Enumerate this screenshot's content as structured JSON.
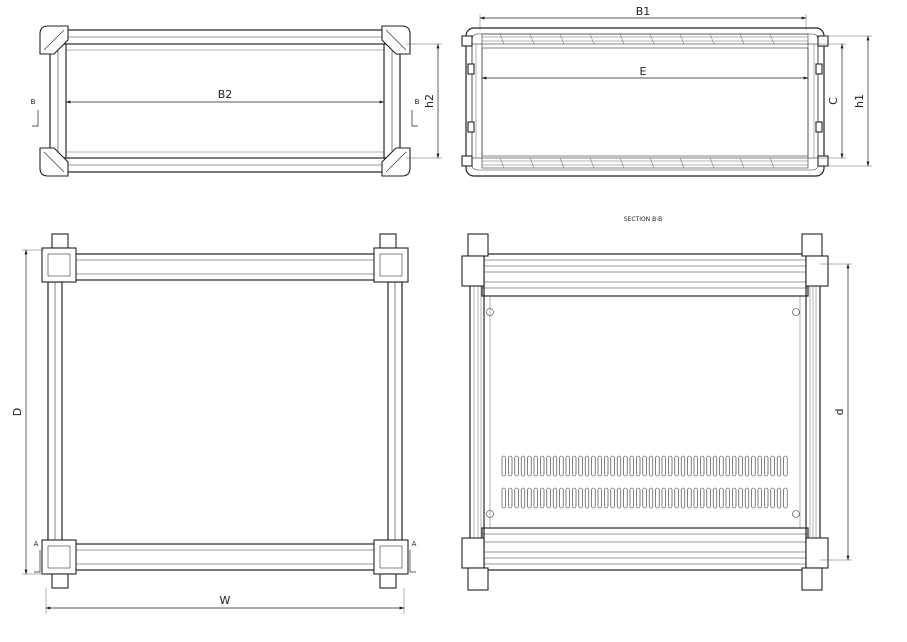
{
  "views": {
    "top_left": {
      "dims": {
        "width": "B2",
        "height": "h2"
      },
      "section_marks": [
        "B",
        "B"
      ]
    },
    "top_right": {
      "dims": {
        "outer_width": "B1",
        "inner_width": "E",
        "inner_height": "C",
        "outer_height": "h1"
      }
    },
    "bottom_left": {
      "dims": {
        "depth": "D",
        "width": "W"
      },
      "section_marks": [
        "A",
        "A"
      ]
    },
    "bottom_right": {
      "title": "SECTION B-B",
      "dims": {
        "depth": "d"
      }
    }
  }
}
